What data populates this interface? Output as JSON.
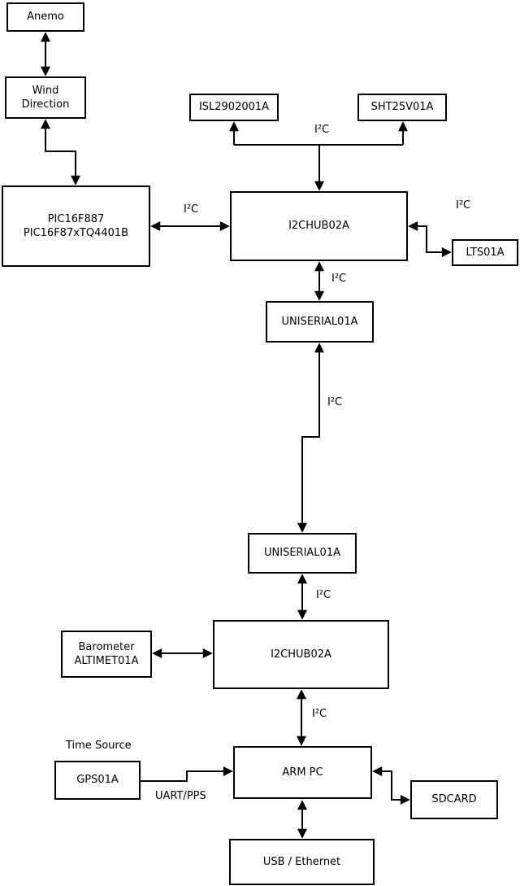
{
  "diagram": {
    "type": "block-diagram",
    "colors": {
      "line": "#000000",
      "box_fill": "#ffffff",
      "background": "#ffffff",
      "text": "#000000"
    },
    "nodes": {
      "anemo": {
        "label": "Anemo"
      },
      "wind_direction": {
        "label": "Wind\nDirection"
      },
      "pic": {
        "label": "PIC16F887\nPIC16F87xTQ4401B"
      },
      "isl": {
        "label": "ISL2902001A"
      },
      "sht": {
        "label": "SHT25V01A"
      },
      "i2c_hub_top": {
        "label": "I2CHUB02A"
      },
      "lts": {
        "label": "LTS01A"
      },
      "uniserial_top": {
        "label": "UNISERIAL01A"
      },
      "uniserial_bottom": {
        "label": "UNISERIAL01A"
      },
      "barometer": {
        "label": "Barometer\nALTIMET01A"
      },
      "i2c_hub_bottom": {
        "label": "I2CHUB02A"
      },
      "arm_pc": {
        "label": "ARM PC"
      },
      "gps": {
        "label": "GPS01A"
      },
      "sdcard": {
        "label": "SDCARD"
      },
      "usb_ethernet": {
        "label": "USB / Ethernet"
      }
    },
    "edge_labels": {
      "i2c_pic_hub": "I²C",
      "i2c_sensor_branch": "I²C",
      "i2c_lts": "I²C",
      "i2c_hub_uniserial": "I²C",
      "i2c_uniserial_link": "I²C",
      "i2c_uniserial_hub2": "I²C",
      "i2c_hub2_armpc": "I²C",
      "time_source": "Time Source",
      "uart_pps": "UART/PPS"
    }
  }
}
